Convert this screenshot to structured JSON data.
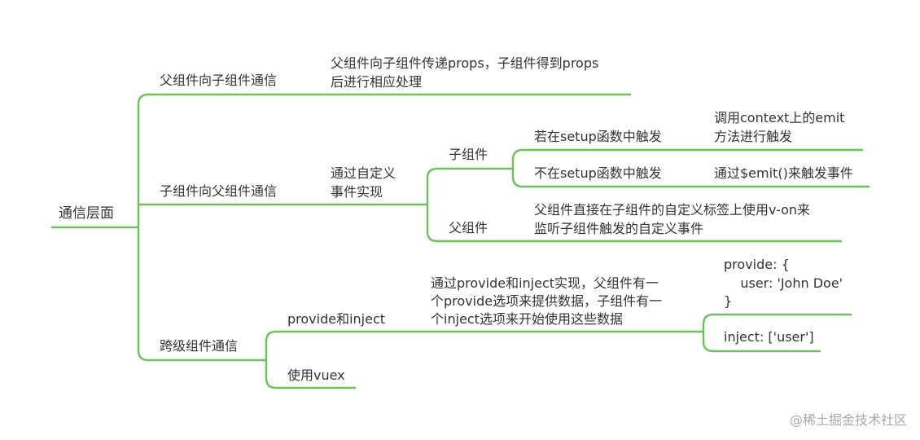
{
  "mindmap": {
    "root": "通信层面",
    "branch1": {
      "label": "父组件向子组件通信",
      "detail_l1": "父组件向子组件传递props，子组件得到props",
      "detail_l2": "后进行相应处理"
    },
    "branch2": {
      "label": "子组件向父组件通信",
      "custom_l1": "通过自定义",
      "custom_l2": "事件实现",
      "child": {
        "label": "子组件",
        "in_setup": "若在setup函数中触发",
        "in_setup_l1": "调用context上的emit",
        "in_setup_l2": "方法进行触发",
        "not_setup": "不在setup函数中触发",
        "not_setup_desc": "通过$emit()来触发事件"
      },
      "parent": {
        "label": "父组件",
        "desc_l1": "父组件直接在子组件的自定义标签上使用v-on来",
        "desc_l2": "监听子组件触发的自定义事件"
      }
    },
    "branch3": {
      "label": "跨级组件通信",
      "provide": {
        "label": "provide和inject",
        "desc_l1": "通过provide和inject实现，父组件有一",
        "desc_l2": "个provide选项来提供数据，子组件有一",
        "desc_l3": "个inject选项来开始使用这些数据",
        "code_l1": "provide: {",
        "code_l2": "    user: 'John Doe'",
        "code_l3": "}",
        "inject_code": "inject: ['user']"
      },
      "vuex": "使用vuex"
    }
  },
  "watermark": "@稀土掘金技术社区",
  "colors": {
    "line": "#6cc25a",
    "text": "#333333",
    "watermark": "#a8a8a8"
  }
}
